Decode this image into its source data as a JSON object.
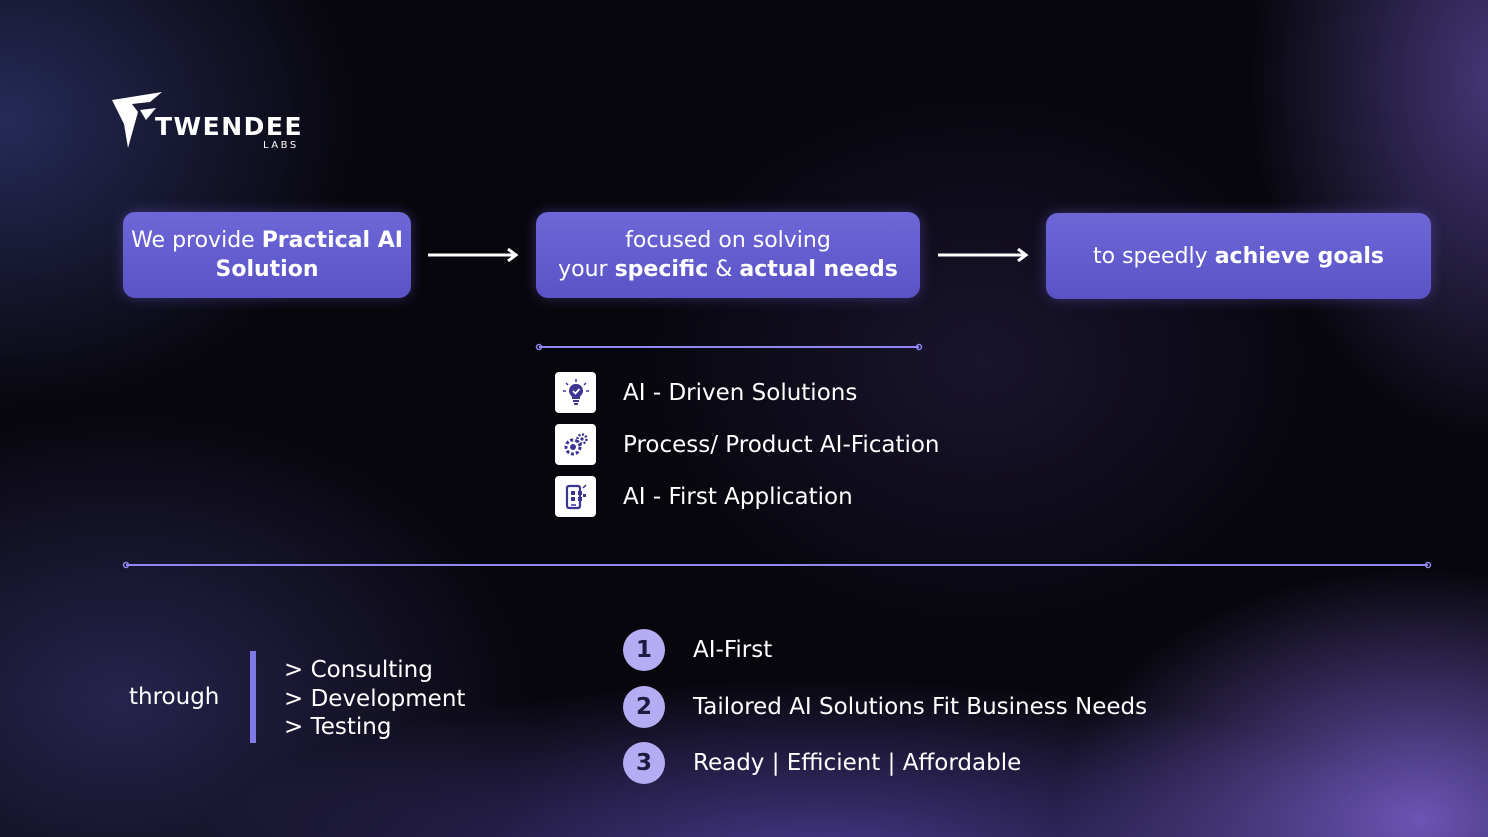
{
  "brand": {
    "name": "TWENDEE",
    "sub": "LABS"
  },
  "flow": {
    "box1": {
      "prefix": "We provide ",
      "bold": "Practical AI Solution"
    },
    "box2": {
      "line1": "focused on solving",
      "prefix": "your ",
      "bold1": "specific",
      "amp": " & ",
      "bold2": "actual needs"
    },
    "box3": {
      "prefix": "to speedly ",
      "bold": "achieve goals"
    }
  },
  "features": [
    {
      "label": "AI - Driven Solutions",
      "icon": "lightbulb-icon"
    },
    {
      "label": "Process/ Product AI-Fication",
      "icon": "gears-icon"
    },
    {
      "label": "AI - First Application",
      "icon": "mobile-app-icon"
    }
  ],
  "through": {
    "label": "through",
    "items": [
      "> Consulting",
      "> Development",
      "> Testing"
    ]
  },
  "principles": [
    {
      "number": "1",
      "label": "AI-First"
    },
    {
      "number": "2",
      "label": "Tailored AI Solutions Fit Business Needs"
    },
    {
      "number": "3",
      "label": "Ready | Efficient | Affordable"
    }
  ],
  "colors": {
    "box": "#6d67d8",
    "accent": "#7f7ae6",
    "number_badge": "#b4adf3",
    "background": "#07060c"
  }
}
